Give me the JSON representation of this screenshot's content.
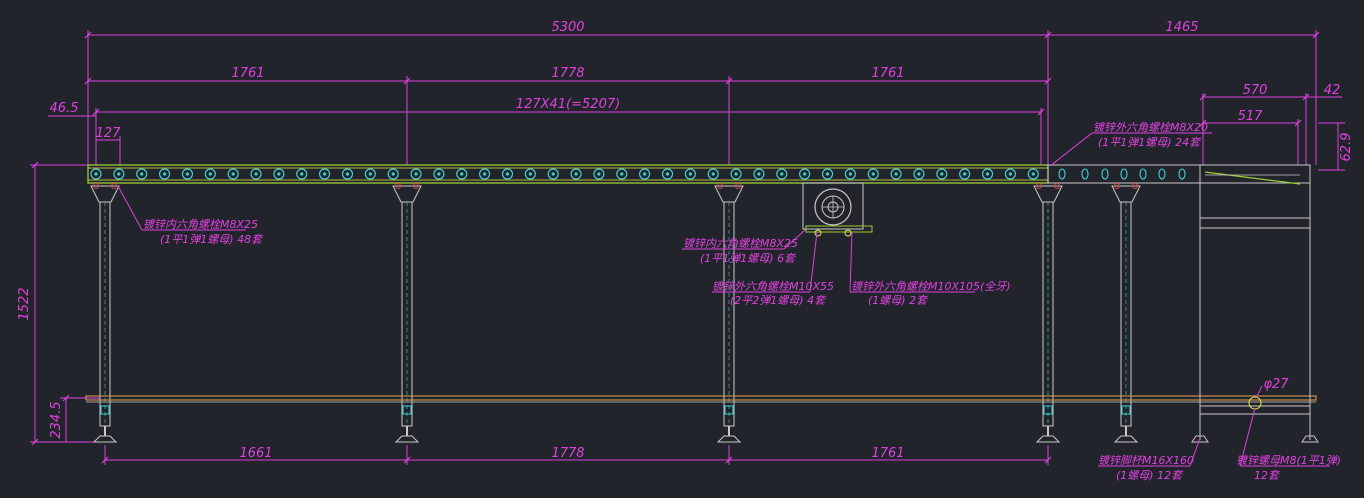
{
  "colors": {
    "background": "#21252b",
    "dimension": "#e040e0",
    "frame": "#c8c8c8",
    "roller": "#3fd0d0",
    "accent_green": "#9acd32",
    "accent_yellow": "#e8e84a",
    "accent_red": "#e04040"
  },
  "dimensions": {
    "overall_length": "5300",
    "tail_length": "1465",
    "span_1": "1761",
    "span_2": "1778",
    "span_3": "1761",
    "roller_pitch_total": "127X41(=5207)",
    "end_offset": "46.5",
    "roller_pitch": "127",
    "tail_570": "570",
    "tail_517": "517",
    "tail_42": "42",
    "tail_62_9": "62.9",
    "height": "1522",
    "crossbar_height": "234.5",
    "bottom_1": "1661",
    "bottom_2": "1778",
    "bottom_3": "1761",
    "tube_dia": "φ27"
  },
  "notes": {
    "bolt_m8x20_line1": "镀锌外六角螺栓M8X20",
    "bolt_m8x20_line2": "(1平1弹1螺母) 24套",
    "bolt_m8x25_left_line1": "镀锌内六角螺栓M8X25",
    "bolt_m8x25_left_line2": "(1平1弹1螺母) 48套",
    "bolt_m8x25_mid_line1": "镀锌内六角螺栓M8X25",
    "bolt_m8x25_mid_line2": "(1平1弹1螺母) 6套",
    "bolt_m10x55_line1": "镀锌外六角螺栓M10X55",
    "bolt_m10x55_line2": "(2平2弹1螺母) 4套",
    "bolt_m10x105_line1": "镀锌外六角螺栓M10X105(全牙)",
    "bolt_m10x105_line2": "(1螺母) 2套",
    "foot_m16_line1": "镀锌脚杯M16X160",
    "foot_m16_line2": "(1螺母) 12套",
    "nut_m8_line1": "镀锌螺母M8(1平1弹)",
    "nut_m8_line2": "12套"
  }
}
